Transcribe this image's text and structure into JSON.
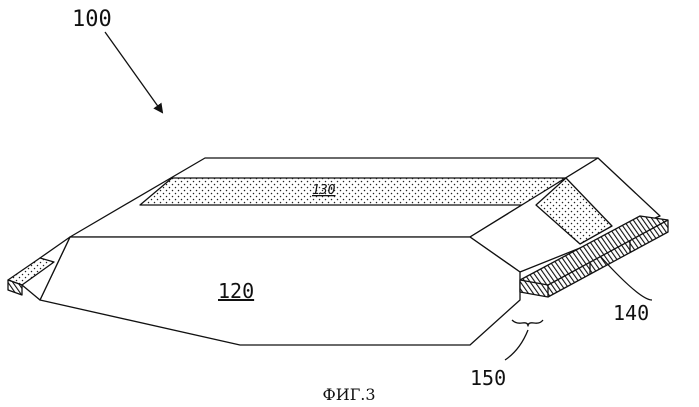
{
  "figure": {
    "caption": "ФИГ.3",
    "ref_assembly": "100",
    "ref_body": "120",
    "ref_top_band": "130",
    "ref_end_strip": "140",
    "ref_region": "150"
  }
}
